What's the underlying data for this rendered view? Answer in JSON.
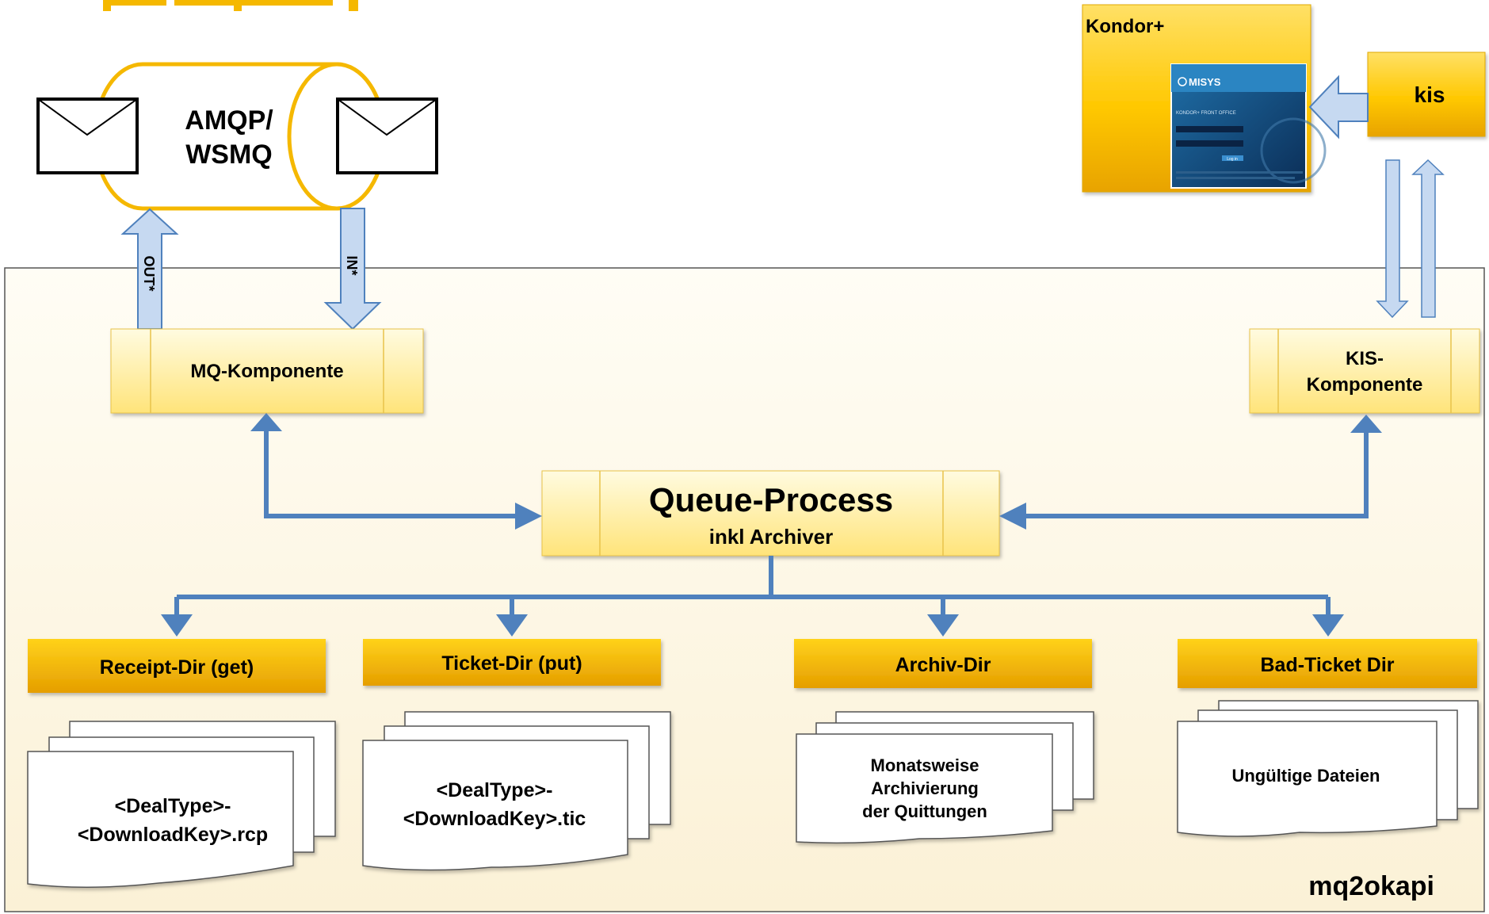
{
  "mq": {
    "line1": "AMQP/",
    "line2": "WSMQ",
    "out_label": "OUT*",
    "in_label": "IN*"
  },
  "kondor": {
    "title": "Kondor+",
    "screenshot_brand": "MISYS",
    "screenshot_subtitle": "KONDOR+ FRONT OFFICE",
    "screenshot_button": "Log in"
  },
  "kis": {
    "label": "kis"
  },
  "container": {
    "label": "mq2okapi"
  },
  "components": {
    "mq": "MQ-Komponente",
    "kis_line1": "KIS-",
    "kis_line2": "Komponente",
    "queue_title": "Queue-Process",
    "queue_subtitle": "inkl Archiver"
  },
  "dirs": [
    {
      "label": "Receipt-Dir (get)",
      "files": [
        "<DealType>-",
        "<DownloadKey>.rcp"
      ]
    },
    {
      "label": "Ticket-Dir (put)",
      "files": [
        "<DealType>-",
        "<DownloadKey>.tic"
      ]
    },
    {
      "label": "Archiv-Dir",
      "files": [
        "Monatsweise",
        "Archivierung",
        "der Quittungen"
      ]
    },
    {
      "label": "Bad-Ticket Dir",
      "files": [
        "Ungültige Dateien"
      ]
    }
  ],
  "colors": {
    "gold": "#F5B800",
    "pale_yellow": "#FFF3B0",
    "container_bg": "#FDF8EA",
    "arrow_blue": "#4F81BD",
    "light_blue": "#C6D9F1"
  }
}
